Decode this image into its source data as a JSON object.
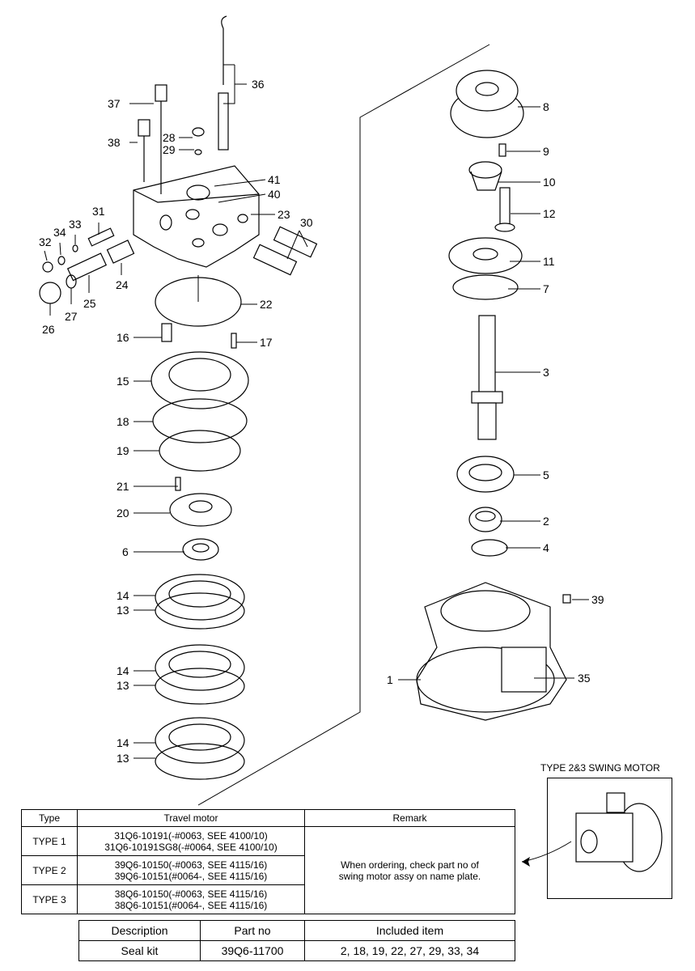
{
  "labels": [
    "1",
    "2",
    "3",
    "4",
    "5",
    "6",
    "7",
    "8",
    "9",
    "10",
    "11",
    "12",
    "13",
    "13",
    "13",
    "14",
    "14",
    "14",
    "15",
    "16",
    "17",
    "18",
    "19",
    "20",
    "21",
    "22",
    "23",
    "24",
    "25",
    "26",
    "27",
    "28",
    "29",
    "30",
    "31",
    "32",
    "33",
    "34",
    "35",
    "36",
    "37",
    "38",
    "39",
    "40",
    "41"
  ],
  "inset": {
    "title": "TYPE 2&3 SWING MOTOR"
  },
  "type_table": {
    "headers": [
      "Type",
      "Travel motor",
      "Remark"
    ],
    "rows": [
      {
        "type": "TYPE 1",
        "line1": "31Q6-10191(-#0063, SEE 4100/10)",
        "line2": "31Q6-10191SG8(-#0064, SEE 4100/10)"
      },
      {
        "type": "TYPE 2",
        "line1": "39Q6-10150(-#0063, SEE 4115/16)",
        "line2": "39Q6-10151(#0064-, SEE 4115/16)"
      },
      {
        "type": "TYPE 3",
        "line1": "38Q6-10150(-#0063, SEE 4115/16)",
        "line2": "38Q6-10151(#0064-, SEE 4115/16)"
      }
    ],
    "remark_line1": "When ordering, check part no of",
    "remark_line2": "swing motor assy on name plate."
  },
  "seal_table": {
    "headers": [
      "Description",
      "Part no",
      "Included item"
    ],
    "row": {
      "description": "Seal kit",
      "part_no": "39Q6-11700",
      "included": "2, 18, 19, 22, 27, 29, 33, 34"
    }
  }
}
